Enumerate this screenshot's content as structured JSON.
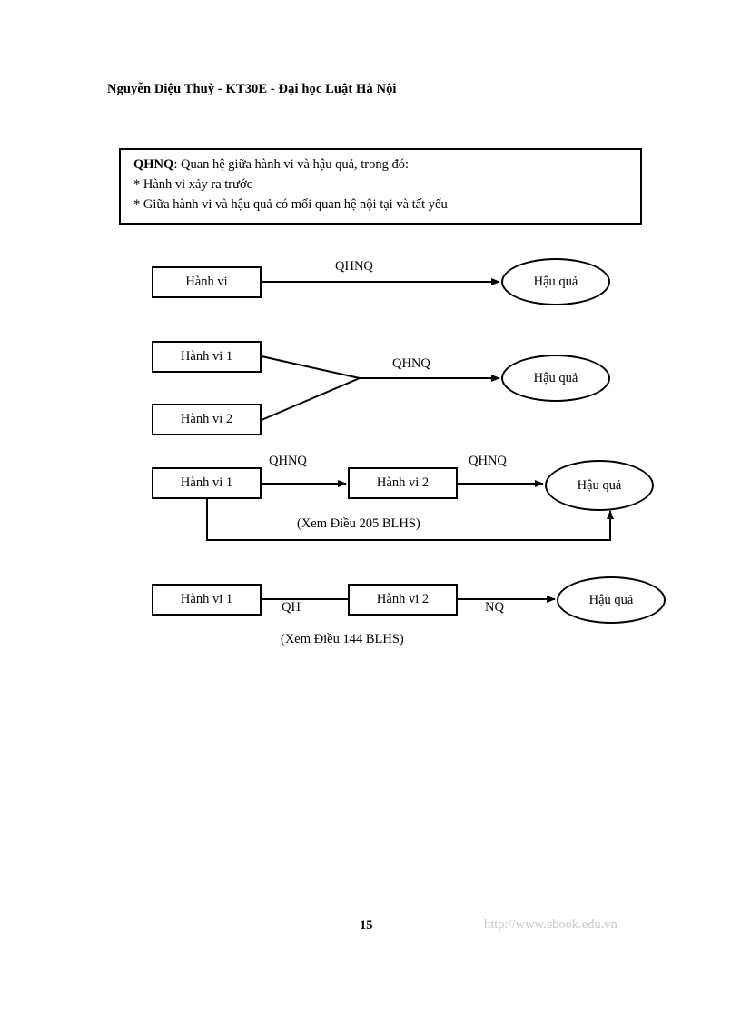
{
  "document": {
    "header": "Nguyễn Diệu Thuỳ - KT30E - Đại học Luật Hà Nội",
    "page_number": "15",
    "watermark": "http://www.ebook.edu.vn"
  },
  "definition_box": {
    "term": "QHNQ",
    "line1_rest": ": Quan hệ giữa hành vi và hậu quả, trong đó:",
    "line2": "* Hành vi xảy ra trước",
    "line3": "* Giữa hành vi và hậu quả có mối quan hệ nội tại và tất yếu"
  },
  "diagrams": [
    {
      "id": "diagram-1",
      "nodes": [
        {
          "name": "cause-box",
          "label": "Hành vi"
        },
        {
          "name": "effect-ellipse",
          "label": "Hậu quả"
        }
      ],
      "edge_labels": [
        {
          "name": "edge-label-qhnq",
          "label": "QHNQ"
        }
      ]
    },
    {
      "id": "diagram-2",
      "nodes": [
        {
          "name": "cause-box-1",
          "label": "Hành vi 1"
        },
        {
          "name": "cause-box-2",
          "label": "Hành vi 2"
        },
        {
          "name": "effect-ellipse",
          "label": "Hậu quả"
        }
      ],
      "edge_labels": [
        {
          "name": "edge-label-qhnq",
          "label": "QHNQ"
        }
      ]
    },
    {
      "id": "diagram-3",
      "nodes": [
        {
          "name": "cause-box-1",
          "label": "Hành vi 1"
        },
        {
          "name": "cause-box-2",
          "label": "Hành vi 2"
        },
        {
          "name": "effect-ellipse",
          "label": "Hậu quả"
        }
      ],
      "edge_labels": [
        {
          "name": "edge-label-qhnq-1",
          "label": "QHNQ"
        },
        {
          "name": "edge-label-qhnq-2",
          "label": "QHNQ"
        }
      ],
      "caption": "(Xem Điều 205 BLHS)"
    },
    {
      "id": "diagram-4",
      "nodes": [
        {
          "name": "cause-box-1",
          "label": "Hành vi 1"
        },
        {
          "name": "cause-box-2",
          "label": "Hành vi 2"
        },
        {
          "name": "effect-ellipse",
          "label": "Hậu quả"
        }
      ],
      "edge_labels": [
        {
          "name": "edge-label-qh",
          "label": "QH"
        },
        {
          "name": "edge-label-nq",
          "label": "NQ"
        }
      ],
      "caption": "(Xem Điều 144 BLHS)"
    }
  ],
  "colors": {
    "ink": "#000000",
    "paper": "#ffffff",
    "watermark": "#c9c9c9"
  }
}
